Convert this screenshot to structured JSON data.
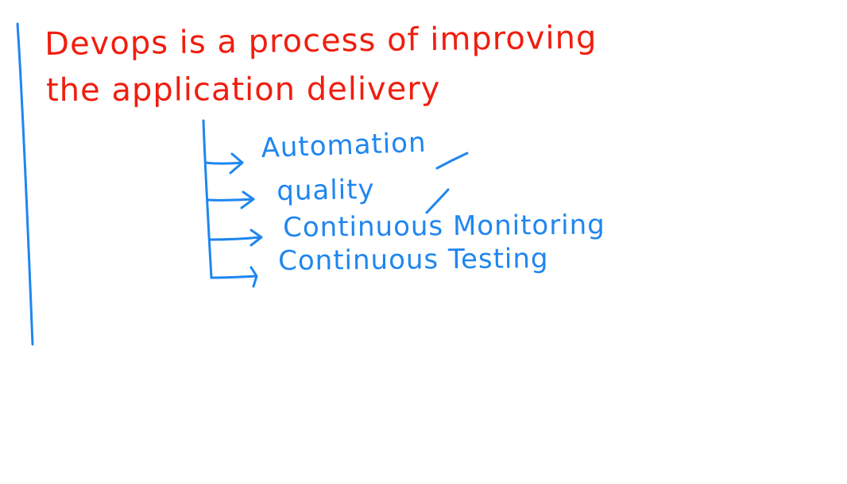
{
  "ink_colors": {
    "red": "#f01e0f",
    "blue": "#1f86f0"
  },
  "note": {
    "line1": "Devops is a process of improving",
    "line2": "the application delivery",
    "items": [
      "Automation",
      "quality",
      "Continuous Monitoring",
      "Continuous Testing"
    ]
  }
}
